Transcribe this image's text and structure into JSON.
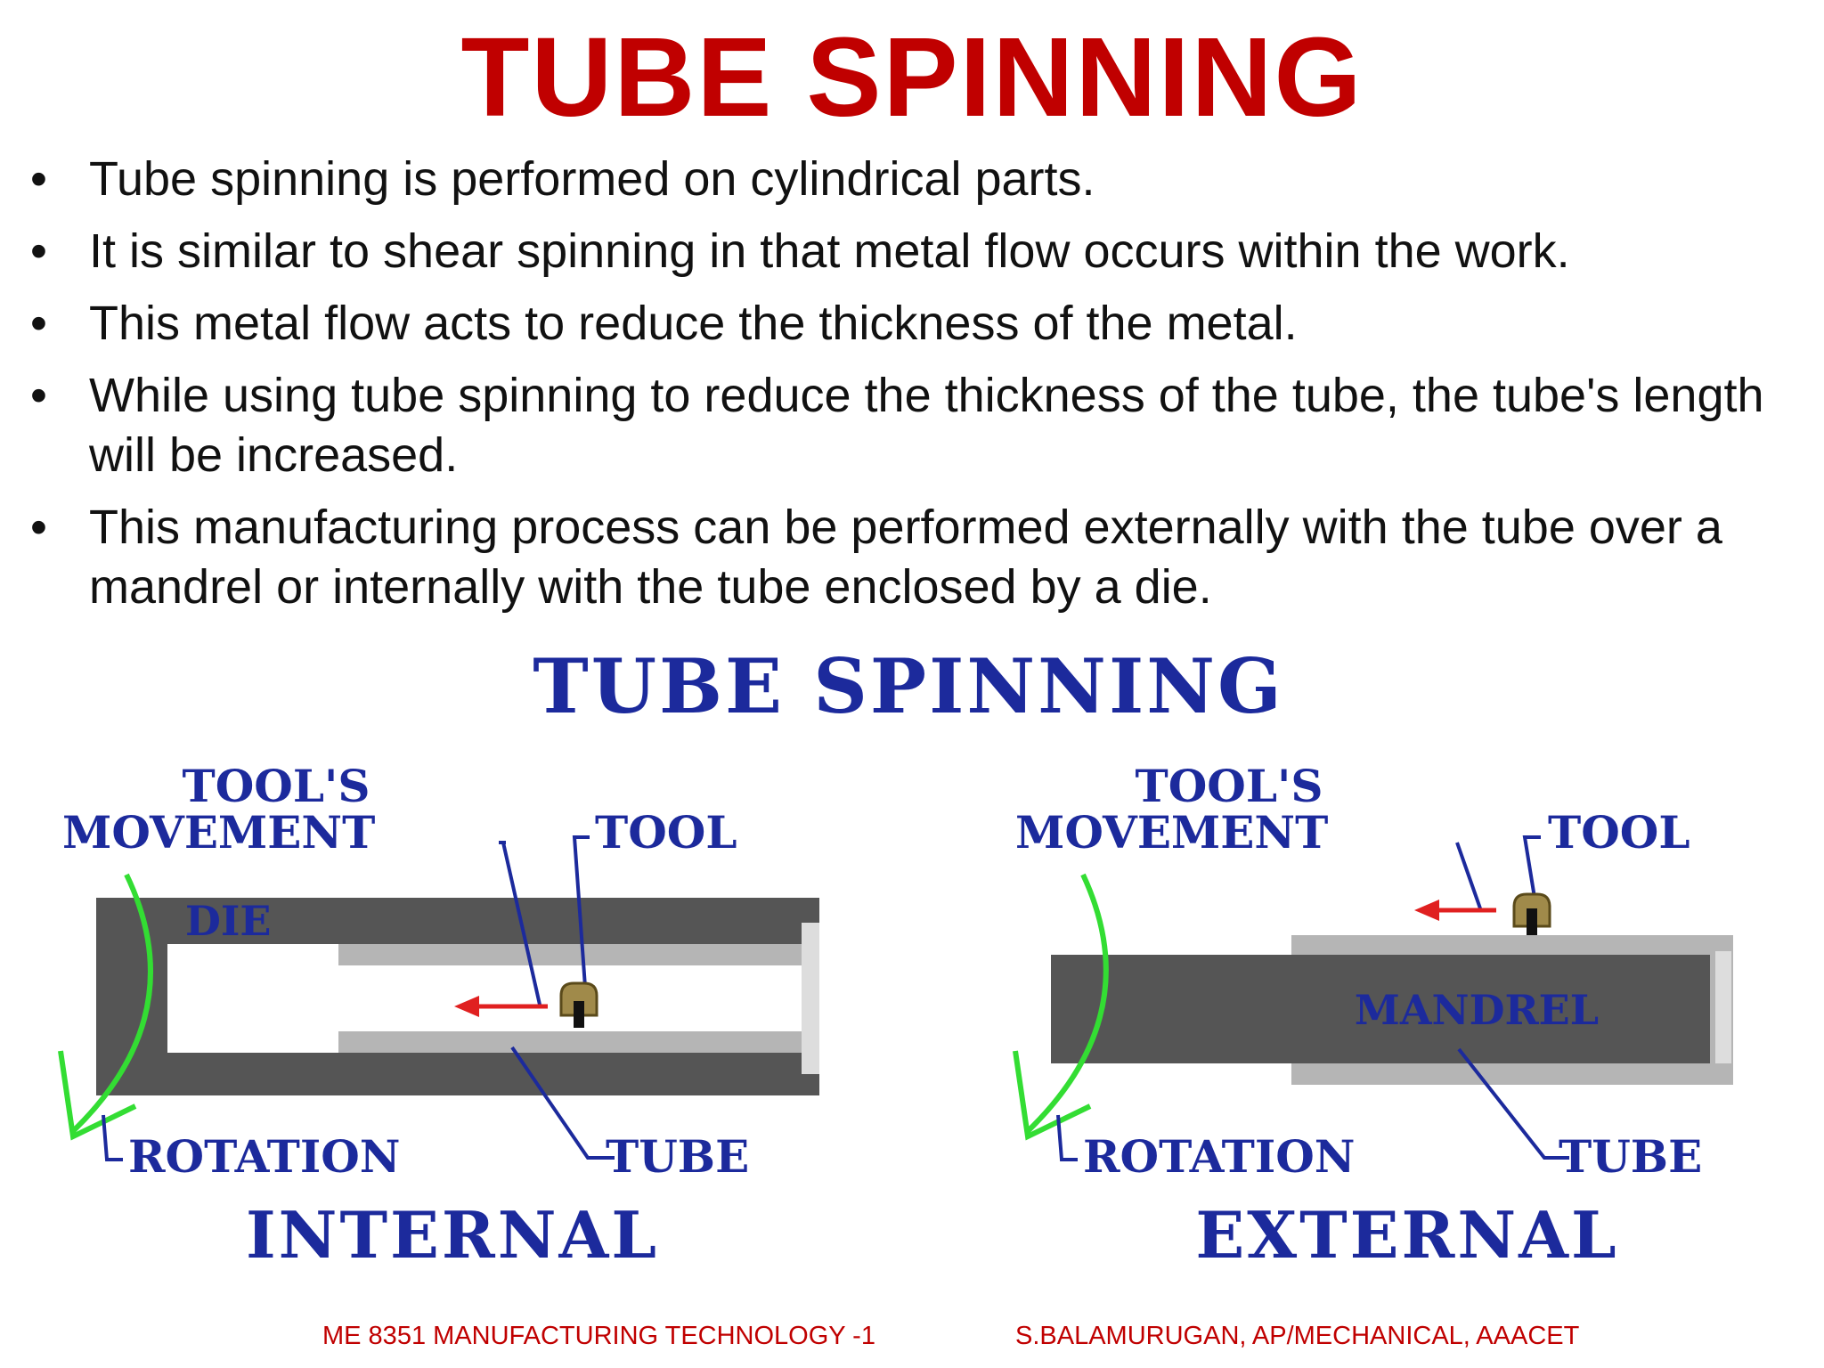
{
  "title": "TUBE SPINNING",
  "bullets": [
    "Tube spinning is performed on cylindrical parts.",
    "It is similar to shear spinning in that metal flow occurs within the work.",
    "This metal flow acts to reduce the thickness of the metal.",
    "While using tube spinning to reduce the thickness of the tube, the tube's length will be increased.",
    "This manufacturing process can be performed externally with the tube over a mandrel or internally with the tube enclosed by a die."
  ],
  "bullet_glyph": "•",
  "figure": {
    "title": "TUBE SPINNING",
    "internal": {
      "label_movement_1": "TOOL'S",
      "label_movement_2": "MOVEMENT",
      "label_tool": "TOOL",
      "label_die": "DIE",
      "label_rotation": "ROTATION",
      "label_tube": "TUBE",
      "caption": "INTERNAL"
    },
    "external": {
      "label_movement_1": "TOOL'S",
      "label_movement_2": "MOVEMENT",
      "label_tool": "TOOL",
      "label_mandrel": "MANDREL",
      "label_rotation": "ROTATION",
      "label_tube": "TUBE",
      "caption": "EXTERNAL"
    },
    "colors": {
      "label_blue": "#1c2a9c",
      "dark_gray": "#555555",
      "light_gray": "#b5b5b5",
      "arrow_red": "#e02020",
      "rotation_green": "#33dd33",
      "tool_brass": "#a08a4a"
    }
  },
  "footer": {
    "course": "ME 8351 MANUFACTURING TECHNOLOGY -1",
    "author": "S.BALAMURUGAN, AP/MECHANICAL, AAACET"
  },
  "colors": {
    "title_red": "#c00000",
    "footer_red": "#c00000"
  }
}
